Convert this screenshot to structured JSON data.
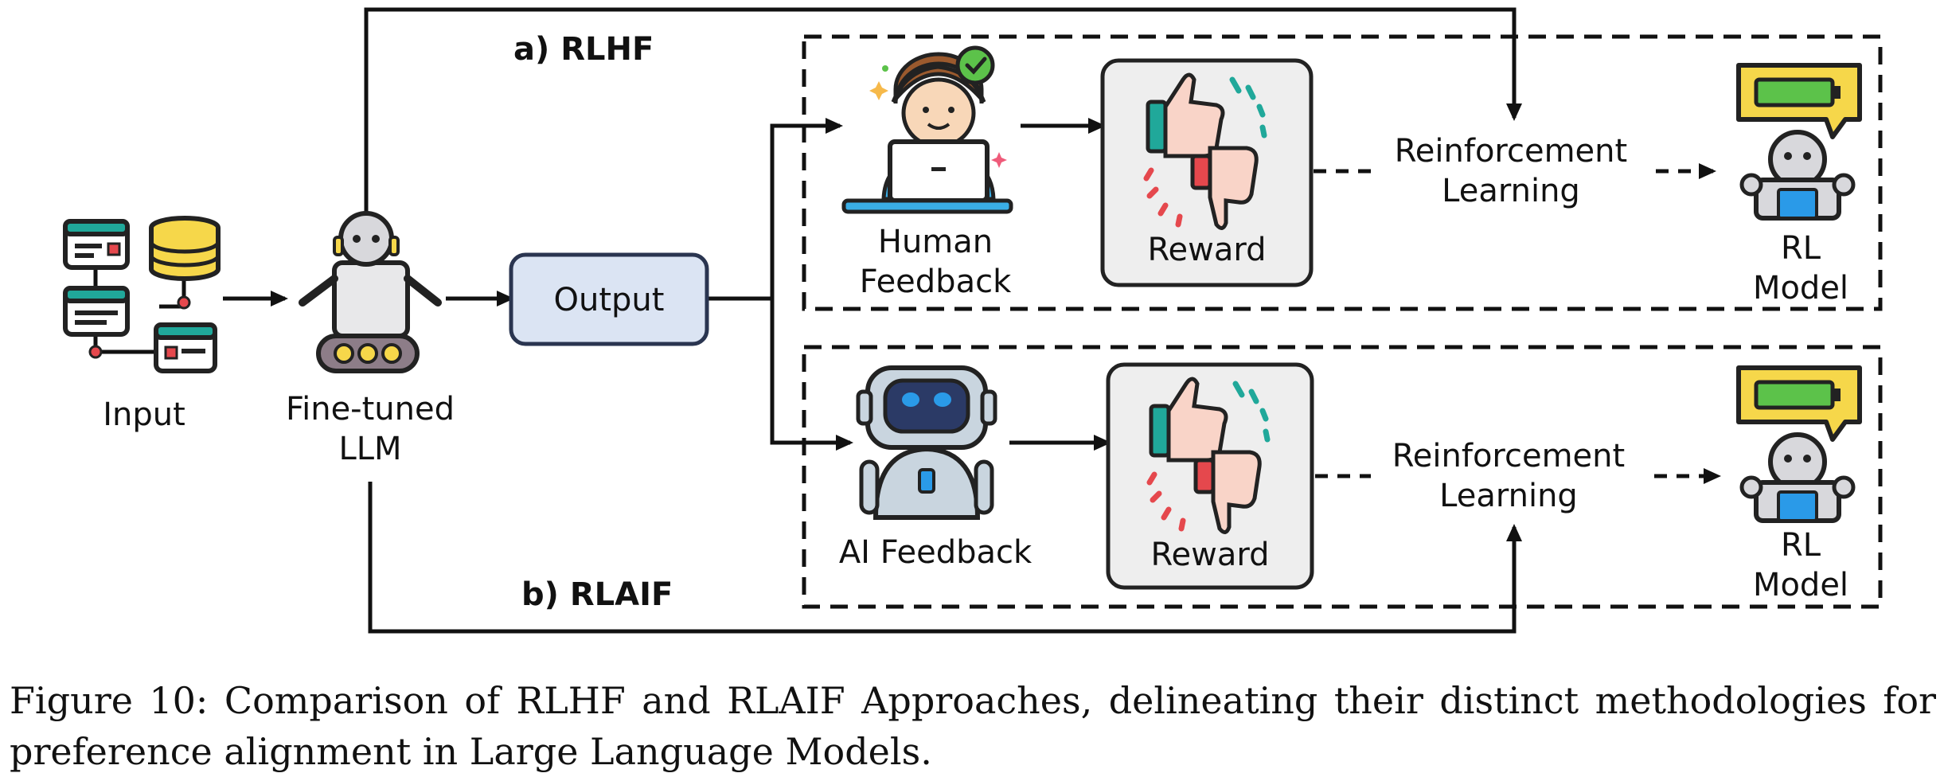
{
  "labels": {
    "input": "Input",
    "llm_line1": "Fine-tuned",
    "llm_line2": "LLM",
    "output": "Output",
    "rlhf": "a) RLHF",
    "rlaif": "b) RLAIF",
    "human_feedback_line1": "Human",
    "human_feedback_line2": "Feedback",
    "ai_feedback": "AI Feedback",
    "reward_top": "Reward",
    "reward_bottom": "Reward",
    "rl_top_line1": "Reinforcement",
    "rl_top_line2": "Learning",
    "rl_bottom_line1": "Reinforcement",
    "rl_bottom_line2": "Learning",
    "rl_model_top_line1": "RL",
    "rl_model_top_line2": "Model",
    "rl_model_bottom_line1": "RL",
    "rl_model_bottom_line2": "Model"
  },
  "caption": "Figure 10: Comparison of RLHF and RLAIF Approaches, delineating their distinct methodologies for preference alignment in Large Language Models.",
  "icons": {
    "input": "database-server-icon",
    "llm": "robot-icon",
    "human": "human-at-laptop-icon",
    "ai": "ai-robot-icon",
    "reward": "thumbs-up-down-icon",
    "rl_model": "robot-with-battery-icon"
  },
  "colors": {
    "output_fill": "#dbe4f3",
    "output_stroke": "#2a3550",
    "reward_fill": "#eeeeee",
    "teal": "#20a89a",
    "yellow": "#f6d74a",
    "green": "#5cc24a",
    "blue": "#2a9ae8"
  }
}
